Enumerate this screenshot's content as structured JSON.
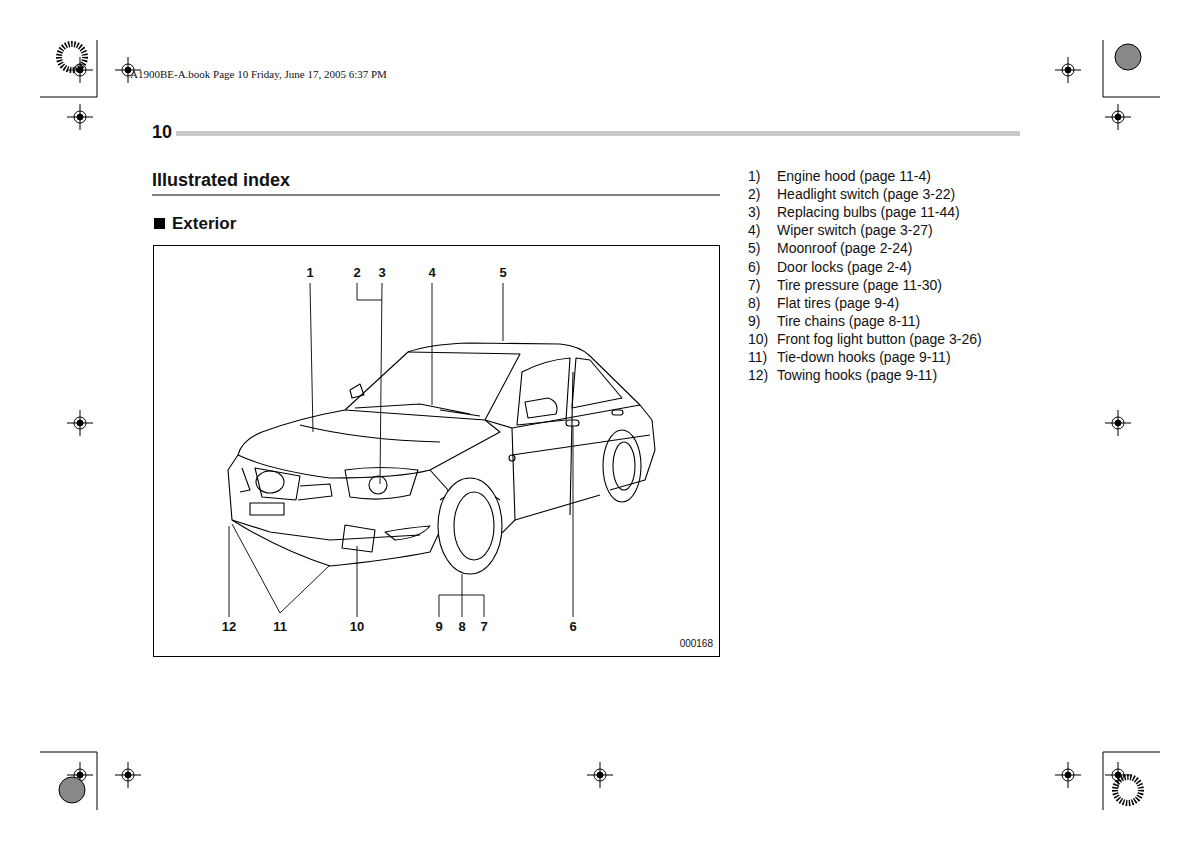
{
  "diagram": {
    "title": "Illustrated index",
    "labels": [
      "A1900BE-A.book  Page 10  Friday, June 17, 2005  6:37 PM",
      "10",
      "Exterior",
      "1)",
      "Engine hood (page 11-4)",
      "2)",
      "Headlight switch (page 3-22)",
      "3)",
      "Replacing bulbs (page 11-44)",
      "4)",
      "Wiper switch (page 3-27)",
      "5)",
      "Moonroof (page 2-24)",
      "6)",
      "Door locks (page 2-4)",
      "7)",
      "Tire pressure (page 11-30)",
      "8)",
      "Flat tires (page 9-4)",
      "9)",
      "Tire chains (page 8-11)",
      "10)",
      "Front fog light button (page 3-26)",
      "11)",
      "Tie-down hooks (page 9-11)",
      "12)",
      "Towing hooks (page 9-11)",
      "1",
      "2",
      "3",
      "4",
      "5",
      "12",
      "11",
      "10",
      "9",
      "8",
      "7",
      "6",
      "000168"
    ]
  }
}
